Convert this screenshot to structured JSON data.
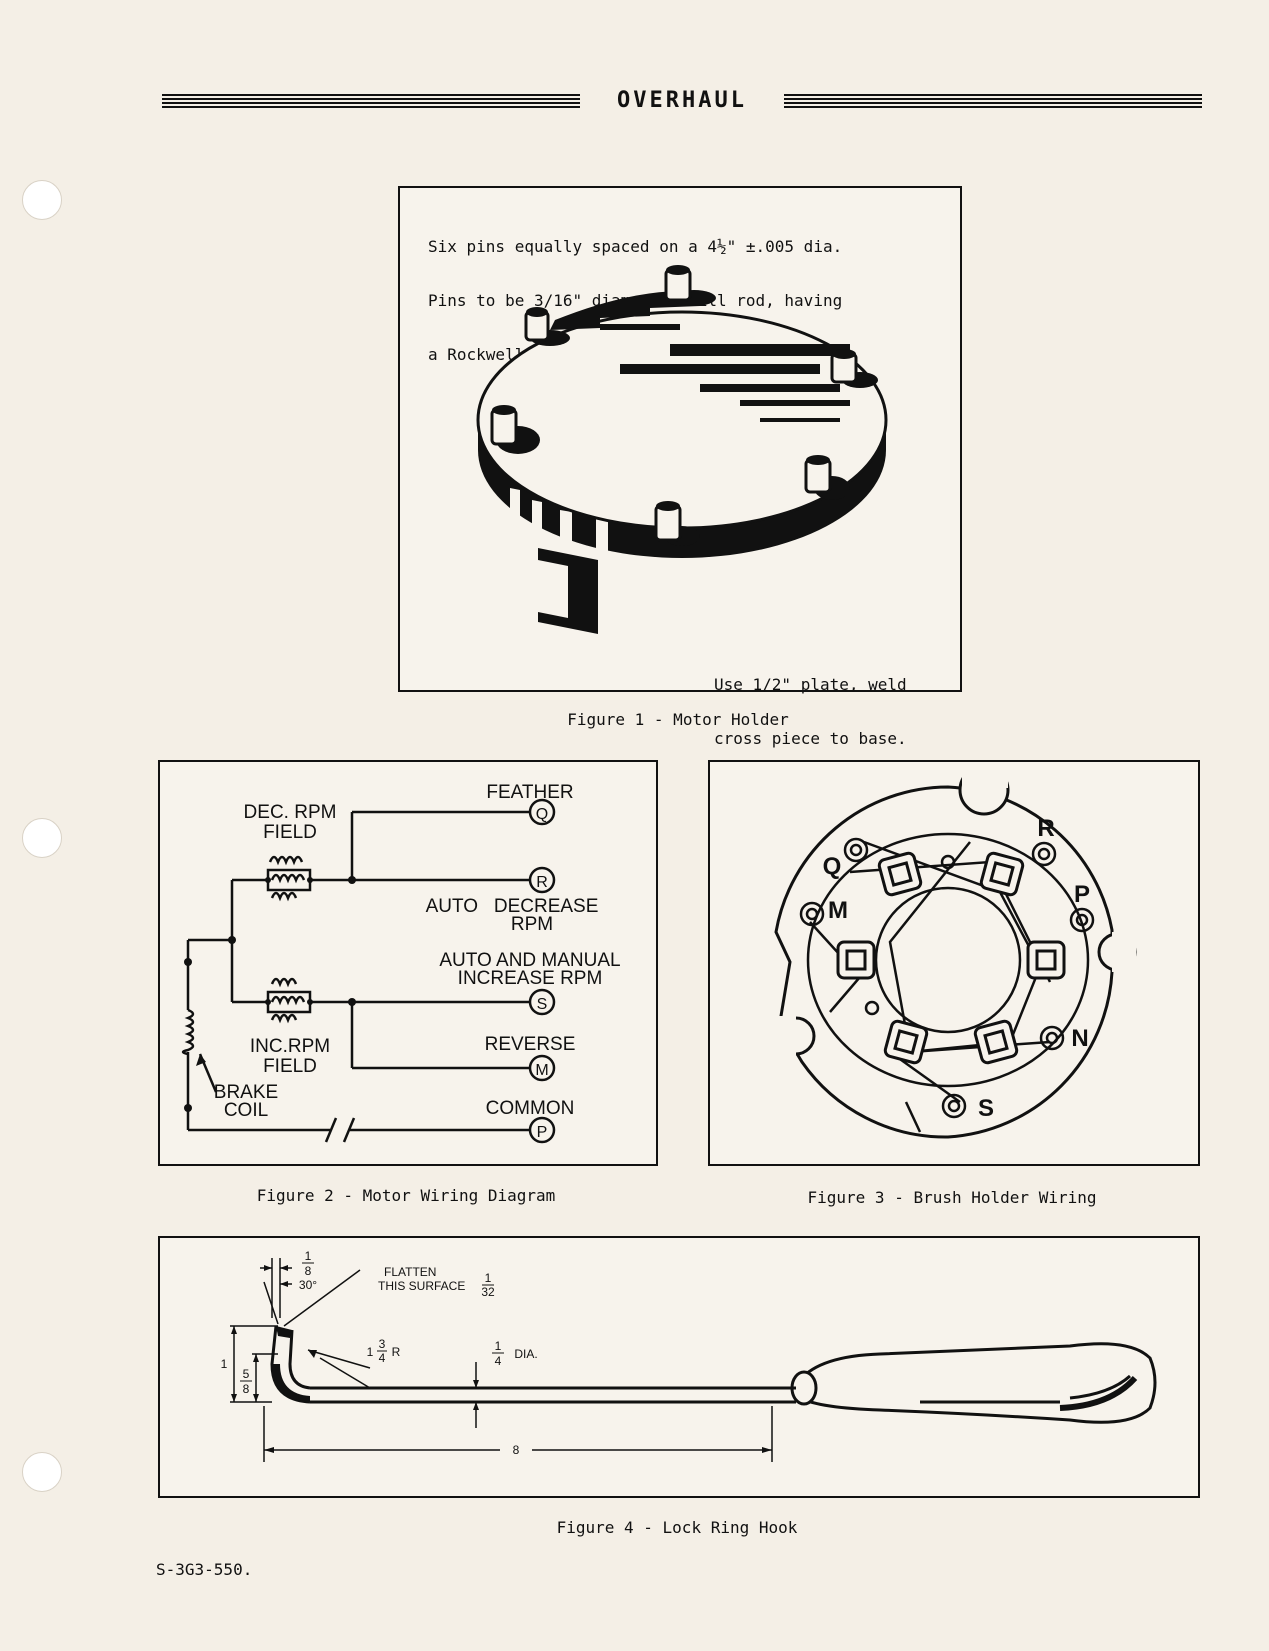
{
  "header": {
    "title": "OVERHAUL"
  },
  "figure1": {
    "note_top_1": "Six pins equally spaced on a 4½\" ±.005 dia.",
    "note_top_2": "Pins to be 3/16\" diameter drill rod, having",
    "note_top_3": "a Rockwell of C55 to 60.",
    "note_bottom_1": "Use 1/2\" plate, weld",
    "note_bottom_2": "cross piece to base.",
    "caption": "Figure 1 - Motor Holder"
  },
  "figure2": {
    "labels": {
      "dec_rpm": "DEC. RPM",
      "dec_field": "FIELD",
      "feather": "FEATHER",
      "auto_decrease": "AUTO   DECREASE",
      "rpm_1": "RPM",
      "auto_manual": "AUTO AND MANUAL",
      "increase_rpm": "INCREASE RPM",
      "reverse": "REVERSE",
      "inc_rpm": "INC.RPM",
      "inc_field": "FIELD",
      "brake": "BRAKE",
      "coil": "COIL",
      "common": "COMMON"
    },
    "terminals": {
      "q": "Q",
      "r": "R",
      "s": "S",
      "m": "M",
      "p": "P"
    },
    "caption": "Figure 2 - Motor Wiring Diagram"
  },
  "figure3": {
    "terminals": {
      "r": "R",
      "q": "Q",
      "m": "M",
      "p": "P",
      "n": "N",
      "s": "S"
    },
    "caption": "Figure 3 - Brush Holder Wiring"
  },
  "figure4": {
    "dim_top_num": "1",
    "dim_top_den": "8",
    "angle": "30°",
    "flatten_1": "FLATTEN",
    "flatten_2": "THIS SURFACE",
    "flatten_num": "1",
    "flatten_den": "32",
    "radius_whole": "1",
    "radius_num": "3",
    "radius_den": "4",
    "radius_r": "R",
    "dia_num": "1",
    "dia_den": "4",
    "dia_label": "DIA.",
    "height": "1",
    "inner_num": "5",
    "inner_den": "8",
    "length": "8",
    "caption": "Figure 4 - Lock Ring Hook"
  },
  "footer": {
    "doc_id": "S-3G3-550."
  }
}
